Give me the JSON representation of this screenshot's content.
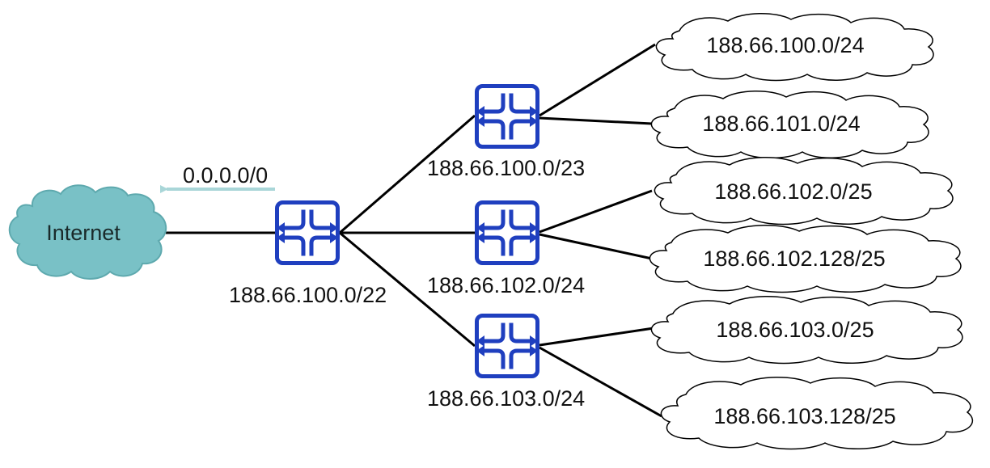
{
  "colors": {
    "router_blue": "#1f3fbf",
    "internet_cloud_fill": "#79c1c6",
    "internet_cloud_stroke": "#5ea9ae",
    "default_route_arrow": "#a9d6d8",
    "link": "#000000"
  },
  "icons": {
    "router": "router-icon"
  },
  "internet": {
    "label": "Internet"
  },
  "default_route": {
    "label": "0.0.0.0/0"
  },
  "core_router": {
    "label": "188.66.100.0/22"
  },
  "routers": [
    {
      "label": "188.66.100.0/23"
    },
    {
      "label": "188.66.102.0/24"
    },
    {
      "label": "188.66.103.0/24"
    }
  ],
  "subnets": [
    {
      "label": "188.66.100.0/24"
    },
    {
      "label": "188.66.101.0/24"
    },
    {
      "label": "188.66.102.0/25"
    },
    {
      "label": "188.66.102.128/25"
    },
    {
      "label": "188.66.103.0/25"
    },
    {
      "label": "188.66.103.128/25"
    }
  ]
}
